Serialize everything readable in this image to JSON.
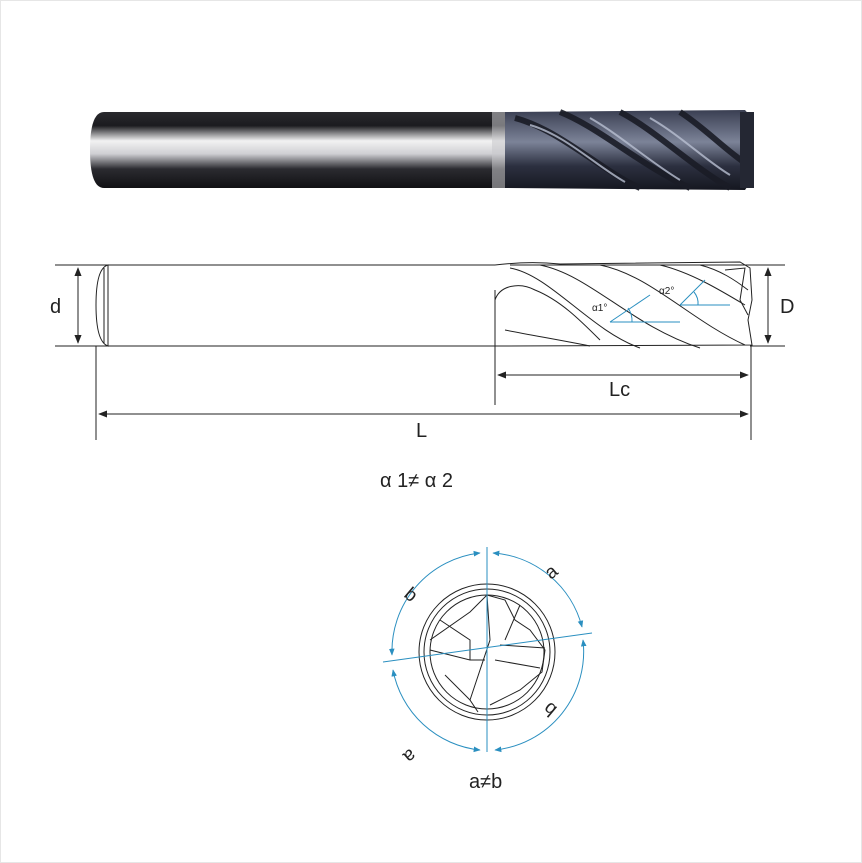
{
  "drawing": {
    "labels": {
      "shank_diameter": "d",
      "cutting_diameter": "D",
      "cutting_length": "Lc",
      "overall_length": "L",
      "helix_angle_1": "α1°",
      "helix_angle_2": "α2°",
      "helix_relation": "α 1≠ α 2",
      "end_arc_a": "a",
      "end_arc_b": "b",
      "end_relation": "a≠b"
    }
  }
}
